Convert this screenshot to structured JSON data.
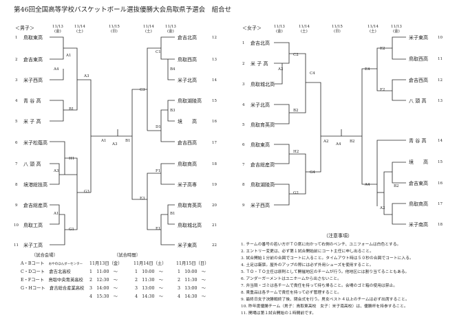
{
  "title": "第46回全国高等学校バスケットボール選抜優勝大会鳥取県予選会　組合せ",
  "boys": {
    "heading": "＜男子＞",
    "dates": [
      {
        "d": "11/13",
        "w": "(金)"
      },
      {
        "d": "11/14",
        "w": "(土)"
      },
      {
        "d": "11/15",
        "w": "(日)"
      },
      {
        "d": "11/14",
        "w": "(土)"
      },
      {
        "d": "11/13",
        "w": "(金)"
      }
    ],
    "left": [
      {
        "n": "1",
        "t": "鳥取東高"
      },
      {
        "n": "2",
        "t": "倉吉東高"
      },
      {
        "n": "3",
        "t": "米子西高"
      },
      {
        "n": "4",
        "t": "青 谷 高"
      },
      {
        "n": "5",
        "t": "米 子 高"
      },
      {
        "n": "6",
        "t": "米子松蔭高"
      },
      {
        "n": "7",
        "t": "八 頭 高"
      },
      {
        "n": "8",
        "t": "境港総技高"
      },
      {
        "n": "9",
        "t": "倉吉総産高"
      },
      {
        "n": "10",
        "t": "鳥取工高"
      },
      {
        "n": "11",
        "t": "米子工高"
      }
    ],
    "right": [
      {
        "n": "12",
        "t": "倉吉北高"
      },
      {
        "n": "13",
        "t": "鳥取西高"
      },
      {
        "n": "14",
        "t": "米子北高"
      },
      {
        "n": "15",
        "t": "鳥取湖陵高"
      },
      {
        "n": "16",
        "t": "境　　高"
      },
      {
        "n": "17",
        "t": "倉吉西高"
      },
      {
        "n": "18",
        "t": "鳥取商高"
      },
      {
        "n": "19",
        "t": "米子高専"
      },
      {
        "n": "20",
        "t": "鳥取育英高"
      },
      {
        "n": "21",
        "t": "鳥取城北高"
      },
      {
        "n": "22",
        "t": "米子東高"
      }
    ],
    "labels": [
      "A1",
      "A4",
      "A3",
      "B1",
      "H1",
      "A3",
      "A1",
      "G1",
      "G3",
      "A1",
      "A3",
      "B1",
      "C3",
      "C1",
      "B4",
      "B3",
      "D1",
      "F1",
      "E3",
      "B1",
      "E1"
    ]
  },
  "girls": {
    "heading": "＜女子＞",
    "dates": [
      {
        "d": "11/13",
        "w": "(金)"
      },
      {
        "d": "11/14",
        "w": "(土)"
      },
      {
        "d": "11/15",
        "w": "(日)"
      },
      {
        "d": "11/14",
        "w": "(土)"
      },
      {
        "d": "11/13",
        "w": "(金)"
      }
    ],
    "left": [
      {
        "n": "1",
        "t": "倉吉北高"
      },
      {
        "n": "2",
        "t": "米 子 高"
      },
      {
        "n": "3",
        "t": "鳥取城北高"
      },
      {
        "n": "4",
        "t": "米子北高"
      },
      {
        "n": "5",
        "t": "鳥取育英高"
      },
      {
        "n": "6",
        "t": "鳥取東高"
      },
      {
        "n": "7",
        "t": "倉吉総産高"
      },
      {
        "n": "8",
        "t": "鳥取湖陵高"
      },
      {
        "n": "9",
        "t": "米子西高"
      }
    ],
    "right": [
      {
        "n": "10",
        "t": "米子東高"
      },
      {
        "n": "11",
        "t": "鳥取西高"
      },
      {
        "n": "12",
        "t": "倉吉西高"
      },
      {
        "n": "13",
        "t": "八 頭 高"
      },
      {
        "n": "14",
        "t": "青 谷 高"
      },
      {
        "n": "15",
        "t": "境　　高"
      },
      {
        "n": "16",
        "t": "倉吉東高"
      },
      {
        "n": "17",
        "t": "鳥取商高"
      },
      {
        "n": "18",
        "t": "米子南高"
      }
    ],
    "labels": [
      "C2",
      "A2",
      "C4",
      "B2",
      "H2",
      "G4",
      "G2",
      "A2",
      "A4",
      "B2",
      "E2",
      "E4",
      "F2",
      "A4",
      "B2",
      "A2"
    ]
  },
  "venues": {
    "heading": "〔試合会場〕",
    "rows": [
      {
        "c": "A・Bコート",
        "v": "おやのほんダーセンター"
      },
      {
        "c": "C・Dコート",
        "v": "倉吉北高校"
      },
      {
        "c": "E・Fコート",
        "v": "鳥取中央育英高校"
      },
      {
        "c": "G・Hコート",
        "v": "倉吉総合産業高校"
      }
    ]
  },
  "times": {
    "heading": "〔試合時間〕",
    "cols": [
      "11月13日（金）",
      "11月14日（土）",
      "11月15日（日）"
    ],
    "rows": [
      [
        "1　11:00　～",
        "1　10:00　～",
        "1　10:00　～"
      ],
      [
        "2　12:30　～",
        "2　11:30　～",
        "2　11:30　～"
      ],
      [
        "3　14:00　～",
        "3　13:00　～",
        "3　13:00　～"
      ],
      [
        "4　15:30　～",
        "4　14:30　～",
        "4　14:30　～"
      ]
    ]
  },
  "notes": {
    "heading": "（注意事項）",
    "items": [
      "1. チームの番号の若い方がＴＯ席に向かって右側のベンチ、ユニフォームは白色とする。",
      "2. エントリー変更は、必ず第１試合開始前にコート主任に申し出ること。",
      "3. 試合開始１分前の合図でコートに入ること。タイムアウト時は５０秒の合図でコートに入る。",
      "4. 土足は厳禁。屋外のアップの際には必ず外用シューズを使用すること。",
      "5. ＴＯ・ＴＯ主任は原則として開催地区のチームが行う。他地区には割り当てることもある。",
      "6. アンダーガーメントはユニホームから出さないこと。",
      "7. 弁当殻・ゴミは各チームで責任を持って持ち帰ること。会場のゴミ箱の使用は禁止。",
      "8. 貴重品は各チームで責任を持って必ず管理すること。",
      "9. 最終日女子決勝戦終了後、閉会式を行う。男女ベスト４以上のチームは必ず出席すること。",
      "10. 昨年度優勝チーム（男子：鳥取東高校　女子：米子南高校）は、優勝杯を持参すること。",
      "11. 開場は第１試合開始の１時間前です。"
    ]
  }
}
